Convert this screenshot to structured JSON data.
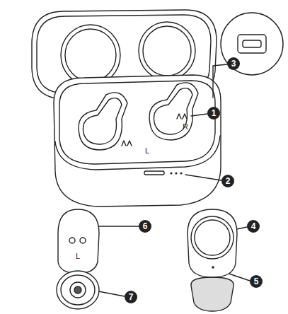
{
  "diagram": {
    "labels": [
      "3",
      "1",
      "R",
      "L",
      "2",
      "6",
      "4",
      "L",
      "5",
      "7"
    ]
  }
}
